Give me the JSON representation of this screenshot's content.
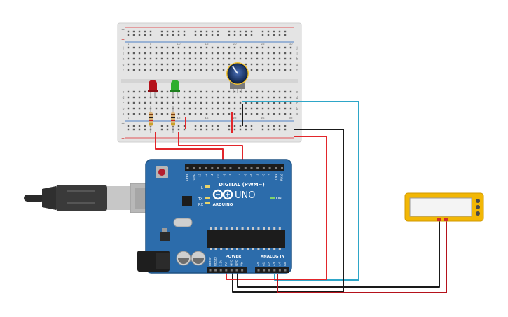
{
  "breadboard": {
    "column_numbers": [
      "1",
      "5",
      "10",
      "15",
      "20",
      "25",
      "30"
    ],
    "row_letters": [
      "a",
      "b",
      "c",
      "d",
      "e",
      "f",
      "g",
      "h",
      "i",
      "j"
    ]
  },
  "arduino": {
    "digital_label": "DIGITAL (PWM~)",
    "model": "UNO",
    "brand": "ARDUINO",
    "power_label": "POWER",
    "analog_label": "ANALOG IN",
    "on_label": "ON",
    "l_label": "L",
    "tx_label": "TX",
    "rx_label": "RX",
    "digital_pins": [
      "AREF",
      "GND",
      "13",
      "12",
      "~11",
      "~10",
      "~9",
      "8",
      "7",
      "~6",
      "~5",
      "4",
      "~3",
      "2",
      "TX▸1",
      "RX◂0"
    ],
    "power_pins": [
      "IOREF",
      "RESET",
      "3.3V",
      "5V",
      "GND",
      "GND",
      "Vin"
    ],
    "analog_pins": [
      "A0",
      "A1",
      "A2",
      "A3",
      "A4",
      "A5"
    ]
  },
  "colors": {
    "board_blue": "#2c6cab",
    "breadboard": "#e6e6e6",
    "wire_red": "#e2262b",
    "wire_black": "#1a1a1a",
    "wire_cyan": "#2ea6c8",
    "led_red": "#b5121b",
    "led_green": "#2fae2f",
    "lcd_frame": "#f2b705"
  },
  "icons": [
    "usb-cable-icon",
    "arduino-logo-icon",
    "potentiometer-icon",
    "led-icon",
    "resistor-icon",
    "lcd-icon"
  ]
}
